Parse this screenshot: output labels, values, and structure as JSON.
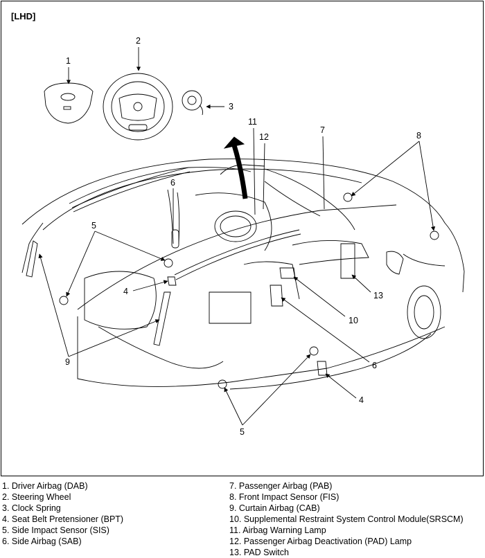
{
  "diagram": {
    "tag": "[LHD]",
    "callouts": [
      "1",
      "2",
      "3",
      "11",
      "12",
      "7",
      "8",
      "5",
      "6",
      "4",
      "9",
      "10",
      "13",
      "6",
      "5",
      "4"
    ]
  },
  "legend": {
    "left": [
      "1. Driver Airbag (DAB)",
      "2. Steering Wheel",
      "3. Clock Spring",
      "4. Seat Belt Pretensioner (BPT)",
      "5. Side Impact Sensor (SIS)",
      "6. Side Airbag (SAB)"
    ],
    "right": [
      "7. Passenger Airbag (PAB)",
      "8. Front Impact Sensor (FIS)",
      "9. Curtain Airbag (CAB)",
      "10. Supplemental Restraint System Control Module(SRSCM)",
      "11. Airbag Warning Lamp",
      "12. Passenger Airbag Deactivation (PAD) Lamp",
      "13. PAD Switch"
    ]
  }
}
